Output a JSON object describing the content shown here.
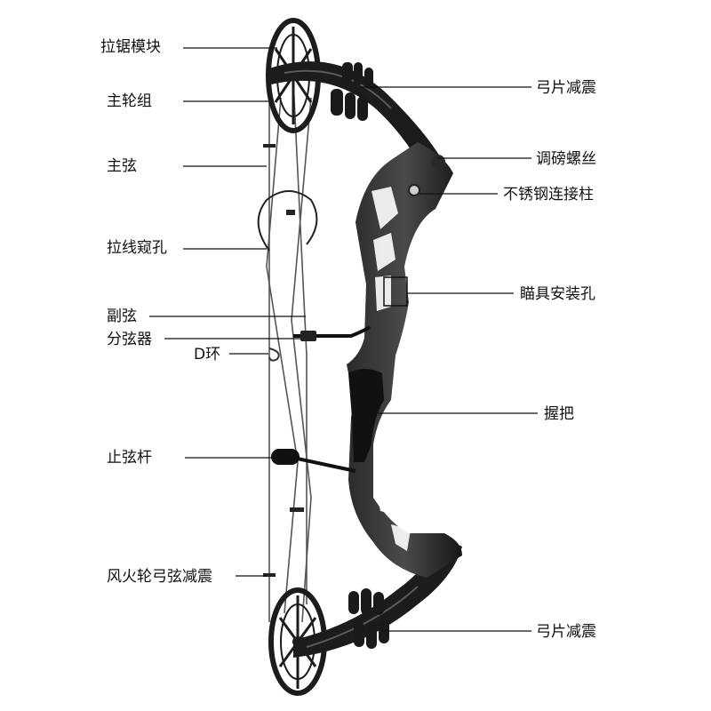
{
  "colors": {
    "bow": "#1c1c1c",
    "bow_highlight": "#5a5a5a",
    "string": "#555555",
    "leader": "#111111",
    "background": "#ffffff"
  },
  "labels": {
    "cam_module": "拉锯模块",
    "main_cam": "主轮组",
    "main_string": "主弦",
    "peep_sight": "拉线窥孔",
    "cable": "副弦",
    "cable_slide": "分弦器",
    "d_loop": "D环",
    "string_stopper": "止弦杆",
    "string_suppressor": "风火轮弓弦减震",
    "limb_damper_top": "弓片减震",
    "limb_bolt": "调磅螺丝",
    "steel_post": "不锈钢连接柱",
    "sight_holes": "瞄具安装孔",
    "grip": "握把",
    "limb_damper_bottom": "弓片减震"
  }
}
